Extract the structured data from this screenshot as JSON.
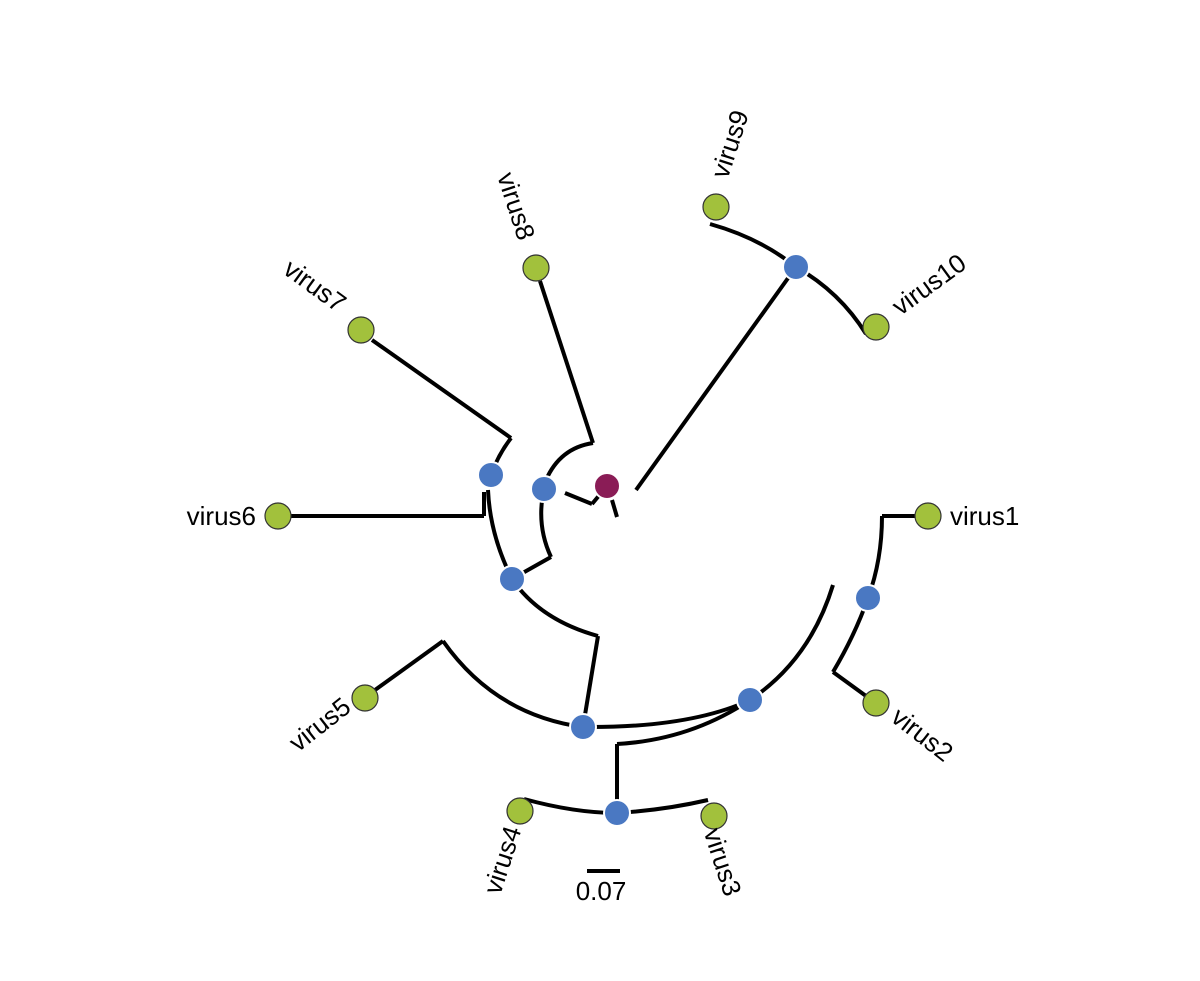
{
  "colors": {
    "tip": "#a2c13c",
    "internal": "#4a78c2",
    "root": "#8a1c56",
    "branch": "#000000"
  },
  "tree": {
    "tips": [
      {
        "id": "virus1",
        "label": "virus1"
      },
      {
        "id": "virus2",
        "label": "virus2"
      },
      {
        "id": "virus3",
        "label": "virus3"
      },
      {
        "id": "virus4",
        "label": "virus4"
      },
      {
        "id": "virus5",
        "label": "virus5"
      },
      {
        "id": "virus6",
        "label": "virus6"
      },
      {
        "id": "virus7",
        "label": "virus7"
      },
      {
        "id": "virus8",
        "label": "virus8"
      },
      {
        "id": "virus9",
        "label": "virus9"
      },
      {
        "id": "virus10",
        "label": "virus10"
      }
    ],
    "internal_nodes": [
      {
        "id": "n-9-10",
        "children": [
          "virus9",
          "virus10"
        ]
      },
      {
        "id": "n-1-2",
        "children": [
          "virus1",
          "virus2"
        ]
      },
      {
        "id": "n-3-4",
        "children": [
          "virus3",
          "virus4"
        ]
      },
      {
        "id": "n-1-4",
        "children": [
          "n-1-2",
          "n-3-4"
        ]
      },
      {
        "id": "n-1-5",
        "children": [
          "n-1-4",
          "virus5"
        ]
      },
      {
        "id": "n-6-7",
        "children": [
          "virus6",
          "virus7"
        ]
      },
      {
        "id": "n-1-7",
        "children": [
          "n-1-5",
          "n-6-7"
        ]
      },
      {
        "id": "n-1-8",
        "children": [
          "n-1-7",
          "virus8"
        ]
      }
    ],
    "root": {
      "id": "root",
      "children": [
        "n-1-8",
        "n-9-10"
      ]
    }
  },
  "scale_bar": {
    "label": "0.07"
  }
}
